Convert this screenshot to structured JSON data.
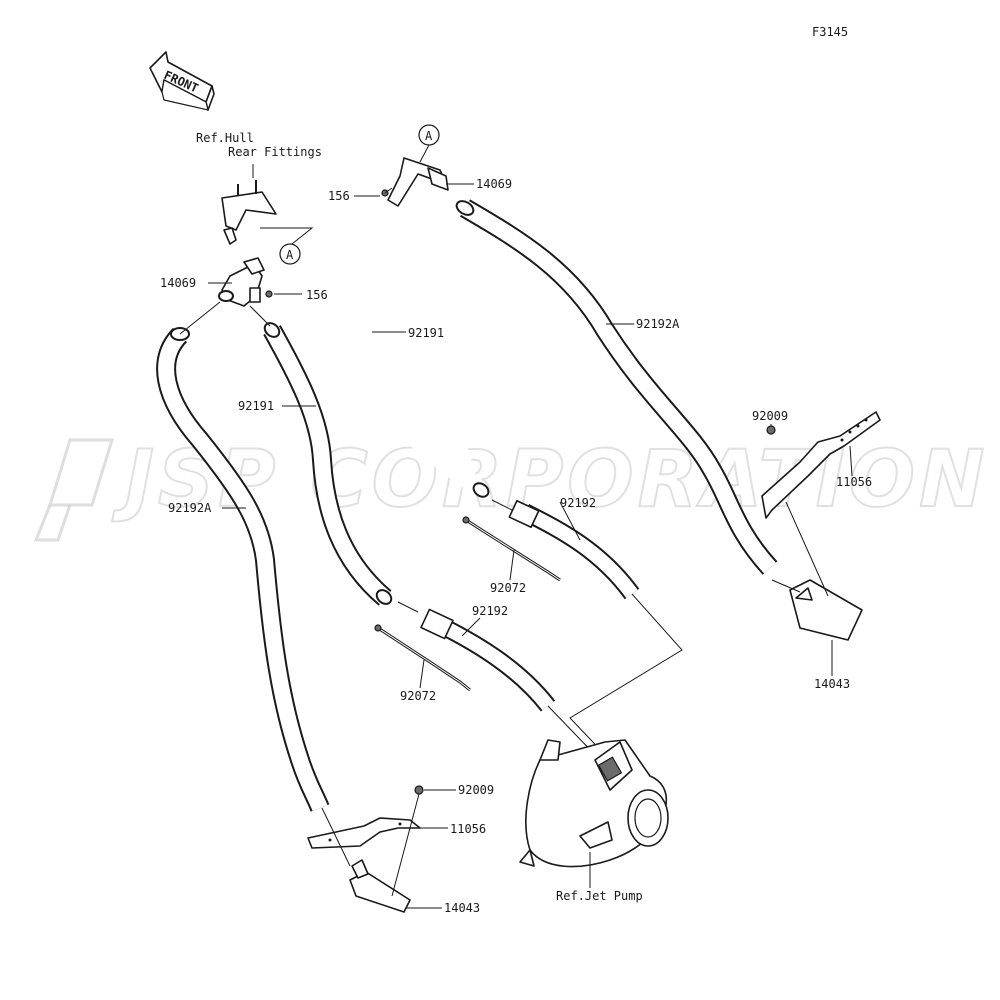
{
  "figure_code": "F3145",
  "front_label": "FRONT",
  "watermark": "JSP CORPORATION",
  "references": {
    "hull": [
      "Ref.Hull",
      "Rear Fittings"
    ],
    "jet_pump": "Ref.Jet Pump"
  },
  "connector_mark": "A",
  "parts": {
    "p14069": "14069",
    "p156": "156",
    "p92191": "92191",
    "p92192A": "92192A",
    "p92192": "92192",
    "p92072": "92072",
    "p92009": "92009",
    "p11056": "11056",
    "p14043": "14043"
  },
  "colors": {
    "line": "#1a1a1a",
    "watermark": "#c8c8c8",
    "background": "#ffffff"
  }
}
